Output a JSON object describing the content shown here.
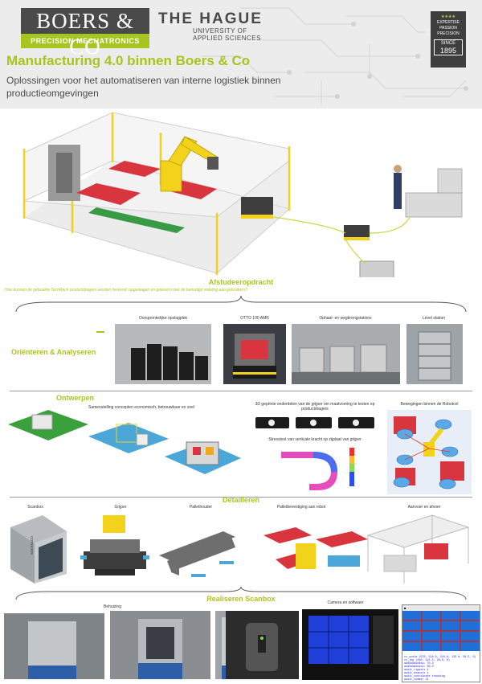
{
  "header": {
    "brand_name": "BOERS & CO",
    "brand_tagline": "PRECISION MECHATRONICS",
    "hague_title": "THE HAGUE",
    "hague_line1": "UNIVERSITY OF",
    "hague_line2": "APPLIED SCIENCES",
    "badge_line1": "EXPERTISE",
    "badge_line2": "PASSION",
    "badge_line3": "PRECISION",
    "badge_since": "SINCE",
    "badge_year": "1895",
    "title": "Manufacturing 4.0 binnen Boers & Co",
    "subtitle": "Oplossingen voor het automatiseren van interne logistiek binnen productieomgevingen"
  },
  "afstudeer": {
    "title": "Afstudeeropdracht",
    "question": "Hoe kunnen de gebruikte TechRack productdragers worden herkend, opgeslagen en geleverd met de benodigd indeling aan gebruikers?"
  },
  "orient": {
    "title": "Oriënteren & Analyseren",
    "items": [
      "Oorspronkelijke opslagplek",
      "OTTO 100 AMR",
      "Ophaal- en wegbrengstations",
      "Level station"
    ]
  },
  "ontwerpen": {
    "title": "Ontwerpen",
    "concepts": "Samenstelling concepten economisch, betrouwbaar en snel",
    "printed": "3D geprinte onderdelen van de grijper om maatvoering te testen op productdragers",
    "stress": "Stresstest van verticale kracht op zijplaat van grijper",
    "bewegingen": "Bewegingen binnen de Robotcel"
  },
  "detailleren": {
    "title": "Detailleren",
    "items": [
      "Scanbox",
      "Grijper",
      "Pallethouder",
      "Palletbevestiging aan robot",
      "Aanvoer en afvoer"
    ],
    "scanbox_text": "BOERS&CO"
  },
  "realiseren": {
    "title": "Realiseren Scanbox",
    "items": [
      "Behuizing",
      "Camera en software"
    ],
    "code_lines": [
      "cv_scale (970, 510.0, 210.0, 135.0, 56.5, 0)",
      "cv_log (240, 121.5, 20.0, 0)",
      "addSubWindow: 70.3",
      "addSubWindow: 69.3",
      "audit_rippers 4",
      "audit_enacore 4",
      "audit_coordinate tracking",
      "audit_nummer 21"
    ]
  },
  "colors": {
    "accent": "#a7c520",
    "robot_yellow": "#f2d21b",
    "pallet_red": "#d9353e",
    "frame_gray": "#d8d8d8",
    "ui_blue": "#1f6fd8"
  }
}
